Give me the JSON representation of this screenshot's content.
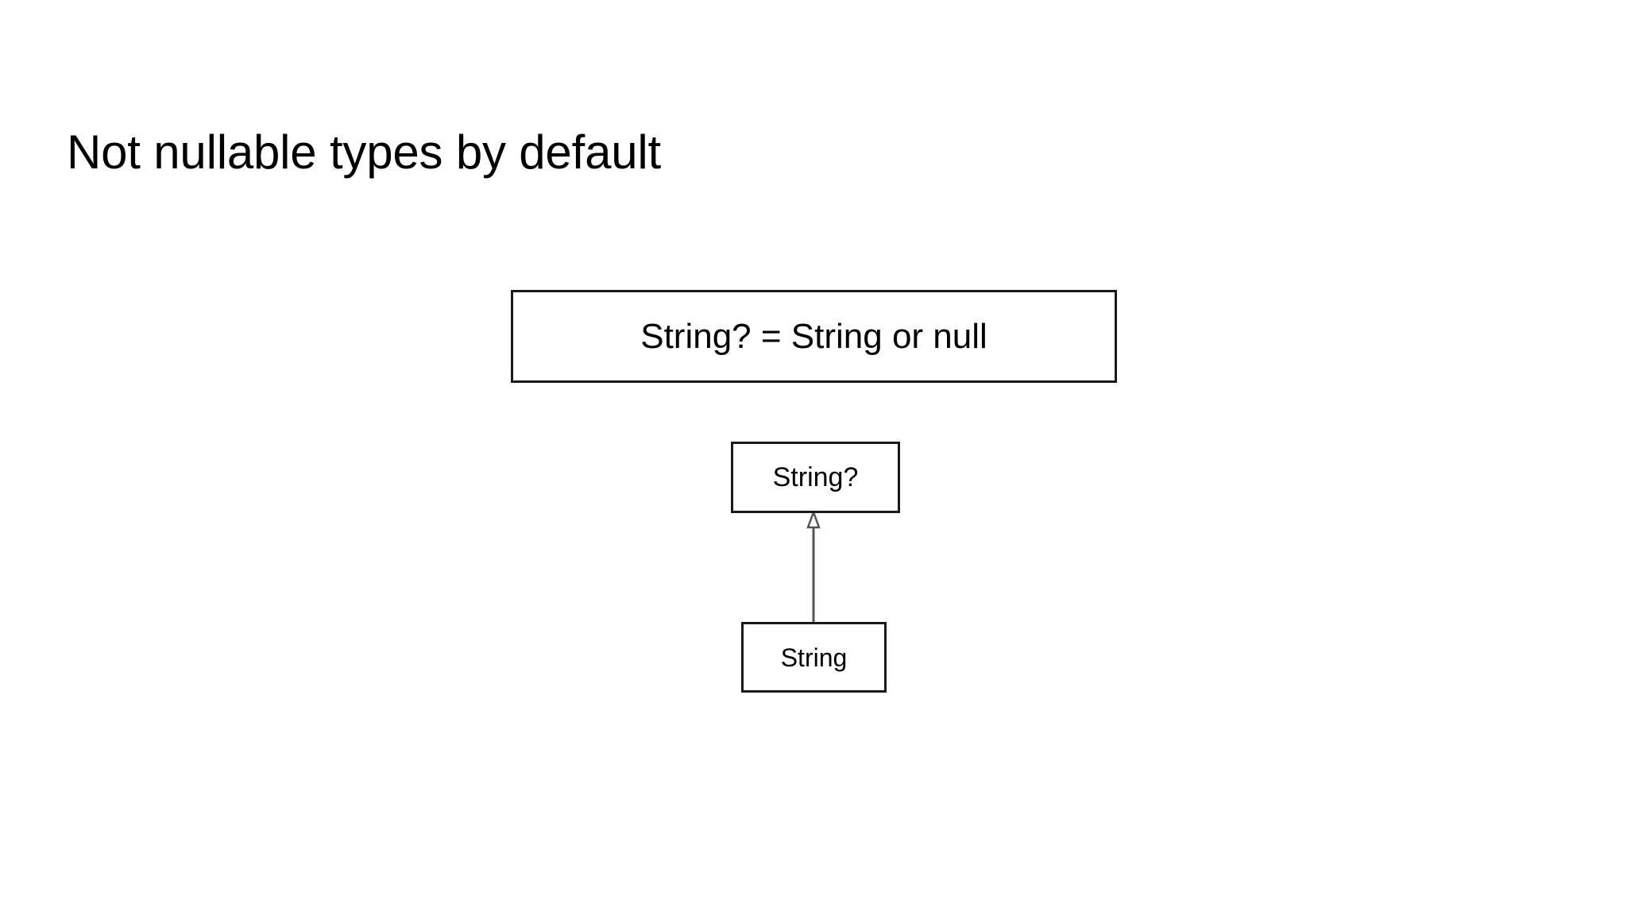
{
  "slide": {
    "title": "Not nullable types by default",
    "background_color": "#ffffff",
    "text_color": "#000000"
  },
  "diagram": {
    "type": "uml-class-hierarchy",
    "stroke_color": "#1a1a1a",
    "connector_color": "#555555",
    "nodes": [
      {
        "id": "definition",
        "label": "String? = String or null",
        "role": "definition-callout"
      },
      {
        "id": "nullable",
        "label": "String?",
        "role": "supertype"
      },
      {
        "id": "nonnull",
        "label": "String",
        "role": "subtype"
      }
    ],
    "connectors": [
      {
        "id": "inheritance",
        "from": "nonnull",
        "to": "nullable",
        "style": "generalization",
        "arrowhead": "hollow-triangle",
        "direction": "up"
      }
    ]
  }
}
